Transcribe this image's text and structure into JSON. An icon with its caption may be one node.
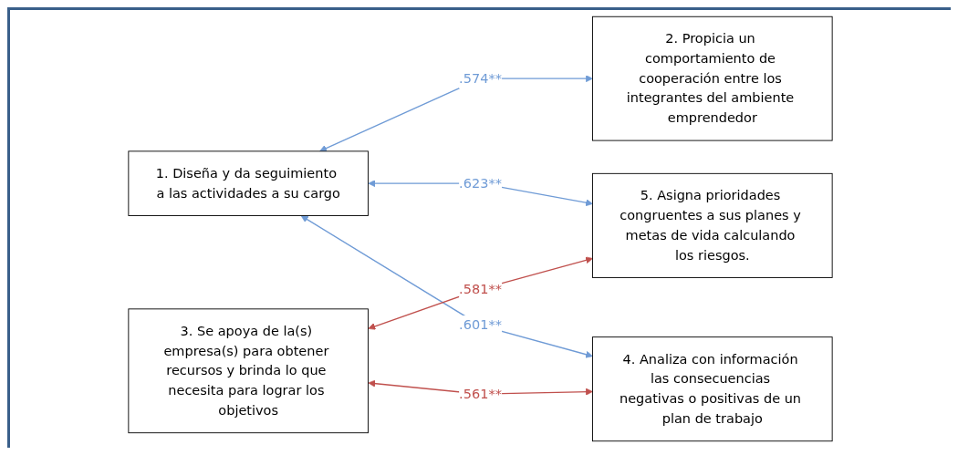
{
  "diagram": {
    "nodes": [
      {
        "text": [
          "1. Diseña y da seguimiento a las actividades a su cargo"
        ]
      },
      {
        "text": [
          "2. Propicia un comportamiento de cooperación entre los integrantes del ambiente emprendedor"
        ]
      },
      {
        "text": [
          "5. Asigna prioridades congruentes a sus planes y metas de vida calculando los riesgos."
        ]
      },
      {
        "text": [
          "3. Se apoya de la(s) empresa(s) para obtener recursos y brinda lo que necesita para lograr los objetivos"
        ]
      },
      {
        "text": [
          "4. Analiza con información las consecuencias negativas o positivas de un plan de trabajo"
        ]
      }
    ],
    "edges": [
      {
        "from": 0,
        "to": 1,
        "arrow": "both",
        "label": ".574**"
      },
      {
        "from": 0,
        "to": 2,
        "arrow": "both",
        "label": ".623**"
      },
      {
        "from": 0,
        "to": 4,
        "arrow": "both",
        "label": ".601**"
      },
      {
        "from": 3,
        "to": 2,
        "arrow": "both",
        "label": ".581**",
        "color": "#c0504d"
      },
      {
        "from": 3,
        "to": 4,
        "arrow": "both",
        "label": ".561**",
        "color": "#c0504d"
      }
    ]
  }
}
